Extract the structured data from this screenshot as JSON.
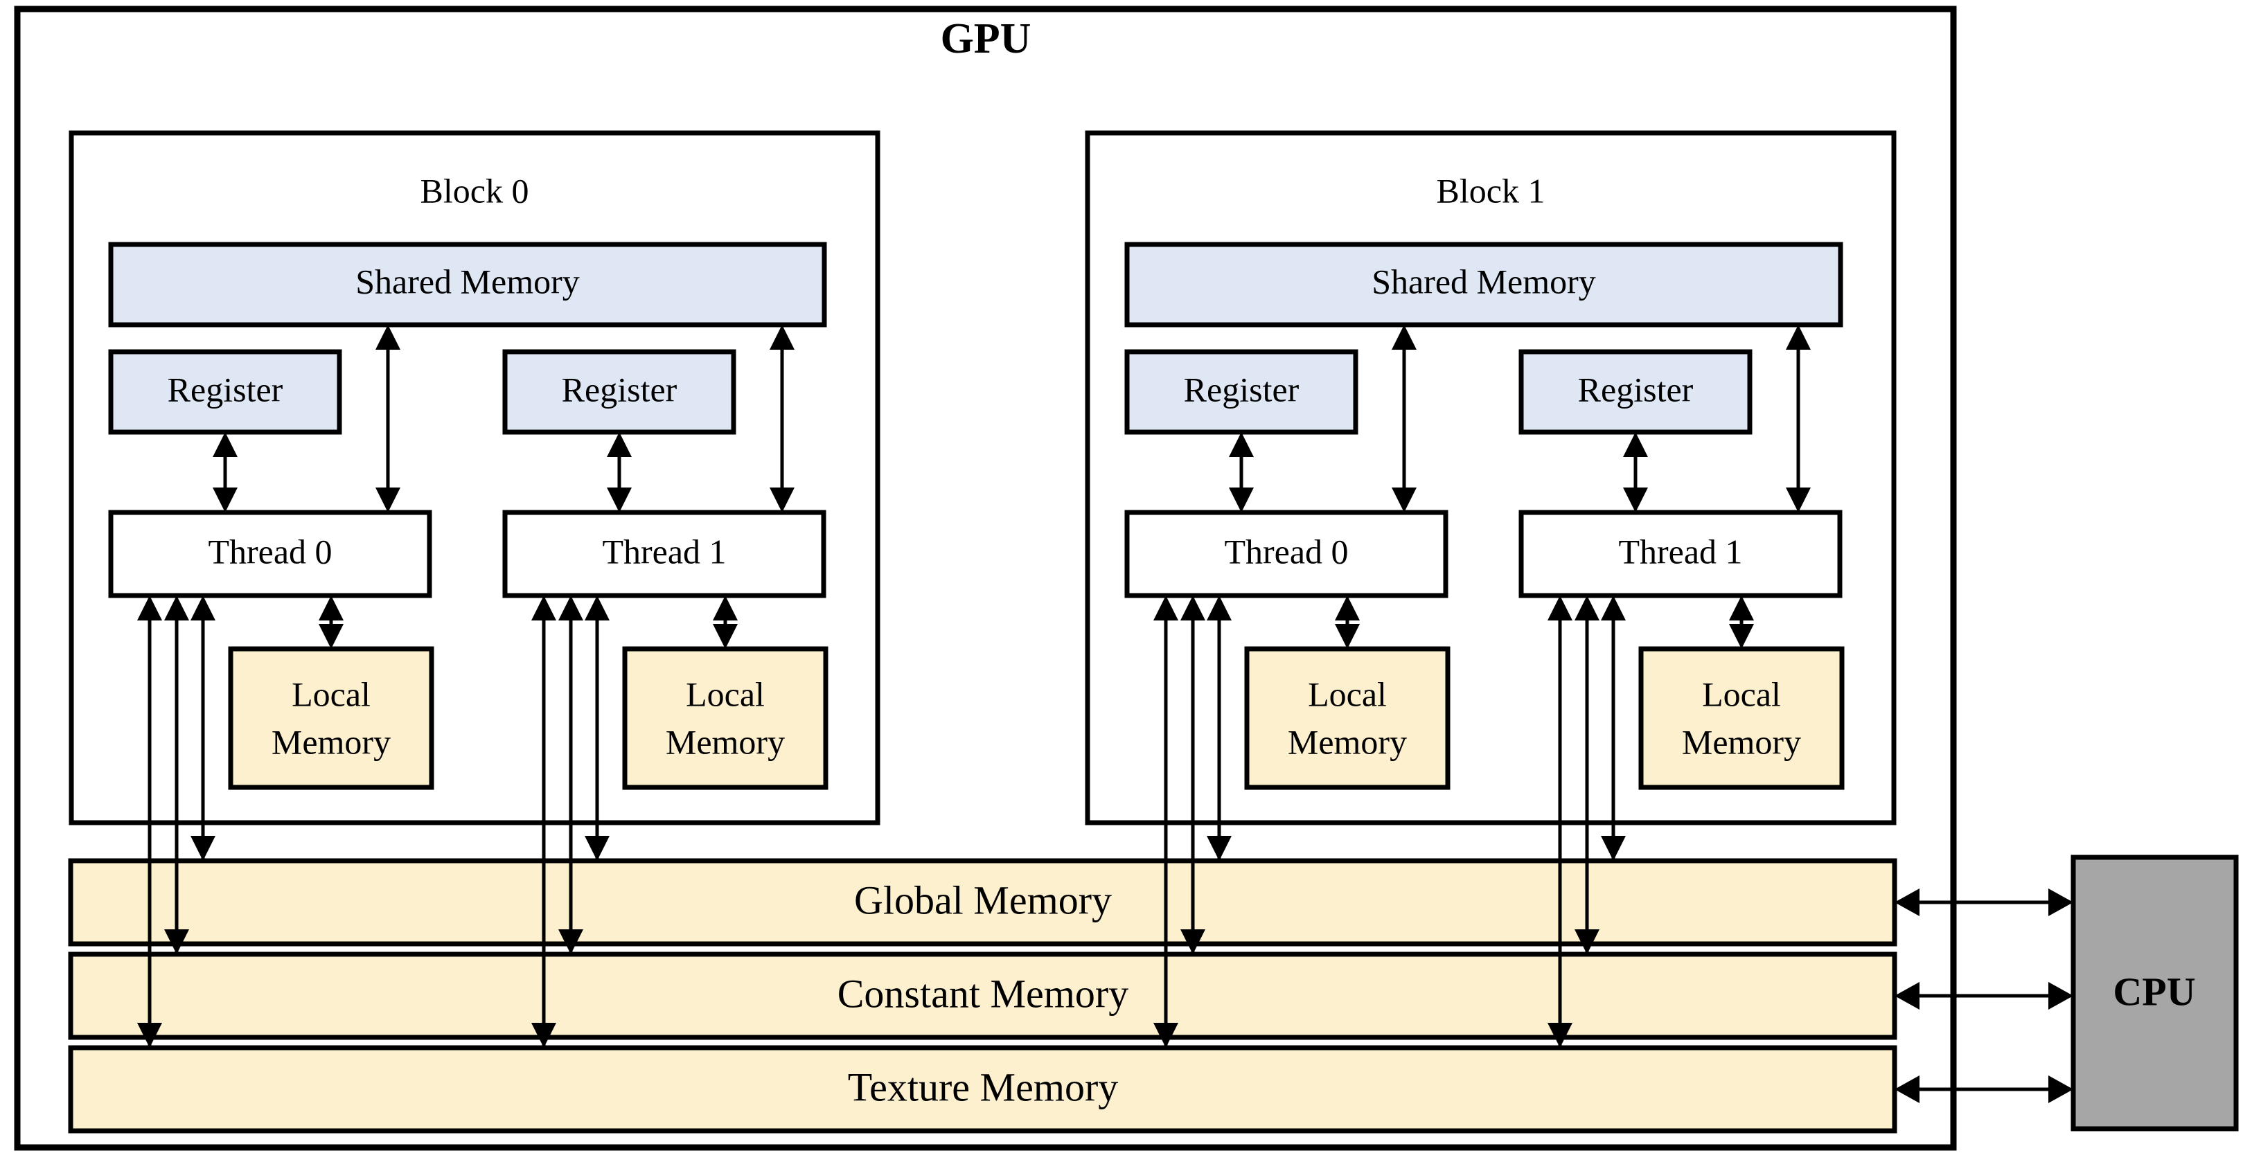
{
  "diagram": {
    "title": "GPU",
    "type": "cuda-memory-hierarchy",
    "colors": {
      "shared_register_fill": "#dee7f3",
      "memory_fill": "#fdf0ce",
      "cpu_fill": "#a6a6a6",
      "thread_fill": "#ffffff",
      "stroke": "#000000"
    }
  },
  "blocks": [
    {
      "label": "Block 0",
      "shared_memory": "Shared Memory",
      "threads": [
        {
          "register": "Register",
          "thread": "Thread 0",
          "local_memory_line1": "Local",
          "local_memory_line2": "Memory"
        },
        {
          "register": "Register",
          "thread": "Thread 1",
          "local_memory_line1": "Local",
          "local_memory_line2": "Memory"
        }
      ]
    },
    {
      "label": "Block 1",
      "shared_memory": "Shared Memory",
      "threads": [
        {
          "register": "Register",
          "thread": "Thread 0",
          "local_memory_line1": "Local",
          "local_memory_line2": "Memory"
        },
        {
          "register": "Register",
          "thread": "Thread 1",
          "local_memory_line1": "Local",
          "local_memory_line2": "Memory"
        }
      ]
    }
  ],
  "global_memories": [
    {
      "label": "Global Memory"
    },
    {
      "label": "Constant Memory"
    },
    {
      "label": "Texture Memory"
    }
  ],
  "host": {
    "label": "CPU"
  }
}
